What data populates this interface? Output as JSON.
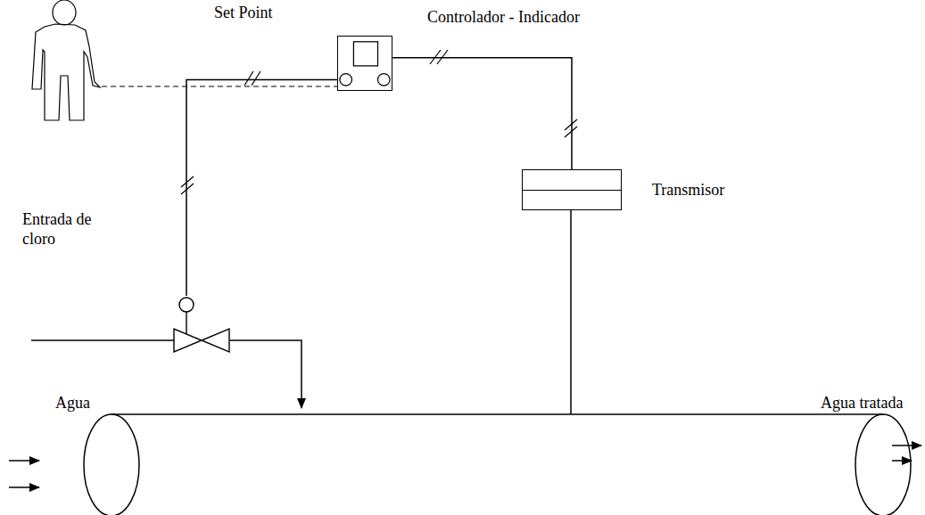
{
  "diagram": {
    "nodes": [
      {
        "text": [
          "Controlador - Indicador"
        ]
      },
      {
        "text": [
          "Transmisor"
        ]
      },
      {
        "text": [
          "Entrada de cloro"
        ]
      }
    ],
    "edges": [
      {
        "from": 0,
        "to": 1,
        "arrow": "none"
      },
      {
        "from": 0,
        "to": 2,
        "arrow": "none"
      }
    ],
    "labels": [
      "Set Point",
      "Agua",
      "Agua tratada"
    ]
  }
}
